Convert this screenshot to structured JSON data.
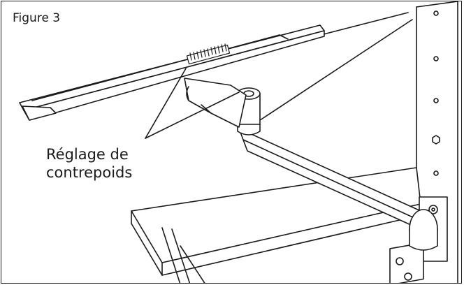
{
  "figure": {
    "title": "Figure 3",
    "callout": {
      "line1": "Réglage de",
      "line2": "contrepoids"
    }
  },
  "colors": {
    "ink": "#1a1a1a",
    "background": "#ffffff"
  }
}
